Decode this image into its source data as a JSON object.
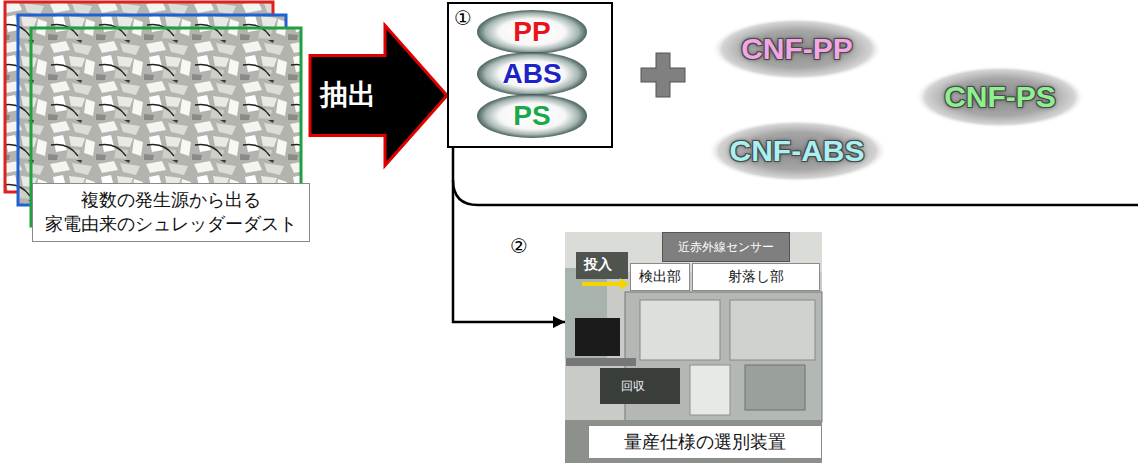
{
  "diagram": {
    "nodes": [
      {
        "text": [
          "複数の発生源から出る 家電由来のシュレッダーダスト"
        ]
      },
      {
        "text": [
          "①"
        ]
      },
      {
        "text": [
          "PP"
        ],
        "in": 1
      },
      {
        "text": [
          "ABS"
        ],
        "in": 1
      },
      {
        "text": [
          "PS"
        ],
        "in": 1
      },
      {
        "text": [
          "CNF-PP"
        ]
      },
      {
        "text": [
          "CNF-ABS"
        ]
      },
      {
        "text": [
          "CNF-PS"
        ]
      },
      {
        "text": [
          "②"
        ]
      },
      {
        "text": [
          "近赤外線センサー"
        ],
        "in": 8
      },
      {
        "text": [
          "検出部"
        ],
        "in": 8
      },
      {
        "text": [
          "射落し部"
        ],
        "in": 8
      },
      {
        "text": [
          "量産仕様の選別装置"
        ],
        "in": 8
      }
    ],
    "edges": [
      {
        "from": 0,
        "to": 1,
        "arrow": "to",
        "label": "抽出"
      },
      {
        "from": 1,
        "to": 8,
        "arrow": "to"
      }
    ],
    "labels": [
      "投入",
      "回収"
    ]
  }
}
